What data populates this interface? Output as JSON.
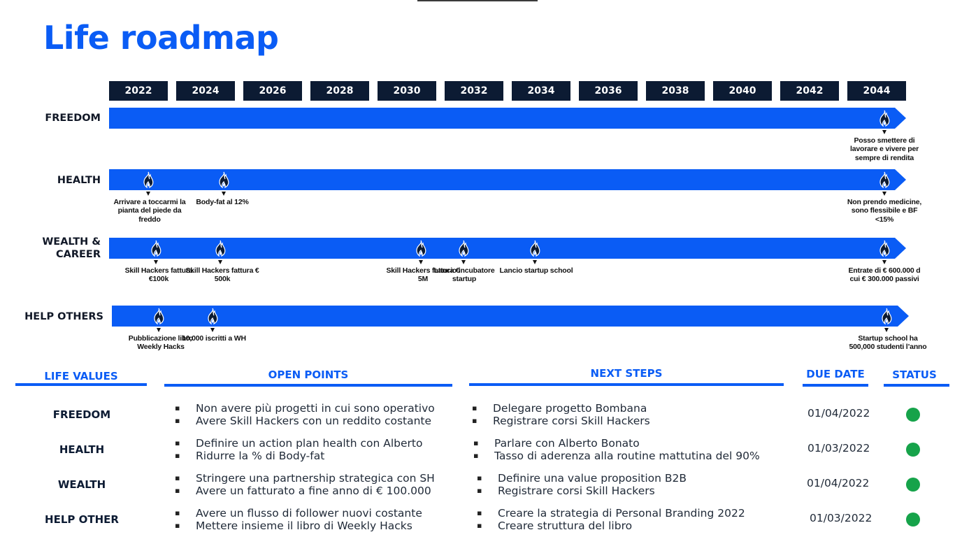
{
  "title": "Life roadmap",
  "colors": {
    "accent": "#0a5cf5",
    "navy": "#0c1b33",
    "status_ok": "#16a34a"
  },
  "timeline": {
    "years": [
      "2022",
      "2024",
      "2026",
      "2028",
      "2030",
      "2032",
      "2034",
      "2036",
      "2038",
      "2040",
      "2042",
      "2044"
    ],
    "milestone_icon": "flame-icon",
    "lanes": [
      {
        "label": "FREEDOM",
        "milestones": [
          {
            "text": "Posso smettere di lavorare e vivere per sempre di rendita"
          }
        ]
      },
      {
        "label": "HEALTH",
        "milestones": [
          {
            "text": "Arrivare a toccarmi la pianta del piede da freddo"
          },
          {
            "text": "Body-fat al 12%"
          },
          {
            "text": "Non prendo medicine, sono flessibile e BF <15%"
          }
        ]
      },
      {
        "label": "WEALTH & CAREER",
        "milestones": [
          {
            "text": "Skill Hackers fattura €100k"
          },
          {
            "text": "Skill Hackers fattura € 500k"
          },
          {
            "text": "Skill Hackers fattura € 5M"
          },
          {
            "text": "Lancio incubatore startup"
          },
          {
            "text": "Lancio startup school"
          },
          {
            "text": "Entrate di € 600.000 d cui € 300.000 passivi"
          }
        ]
      },
      {
        "label": "HELP OTHERS",
        "milestones": [
          {
            "text": "Pubblicazione libro Weekly Hacks"
          },
          {
            "text": "10,000 iscritti a WH"
          },
          {
            "text": "Startup school ha 500,000 studenti l’anno"
          }
        ]
      }
    ]
  },
  "table": {
    "headers": {
      "life_values": "LIFE VALUES",
      "open_points": "OPEN POINTS",
      "next_steps": "NEXT STEPS",
      "due_date": "DUE DATE",
      "status": "STATUS"
    },
    "rows": [
      {
        "value": "FREEDOM",
        "open_points": [
          "Non avere più progetti in cui sono operativo",
          "Avere Skill Hackers con un reddito costante"
        ],
        "next_steps": [
          "Delegare progetto Bombana",
          "Registrare corsi Skill Hackers"
        ],
        "due_date": "01/04/2022",
        "status": "green"
      },
      {
        "value": "HEALTH",
        "open_points": [
          "Definire un action plan health con Alberto",
          "Ridurre la % di Body-fat"
        ],
        "next_steps": [
          "Parlare con Alberto Bonato",
          "Tasso di aderenza alla routine mattutina del 90%"
        ],
        "due_date": "01/03/2022",
        "status": "green"
      },
      {
        "value": "WEALTH",
        "open_points": [
          "Stringere una partnership strategica con SH",
          "Avere un fatturato a fine anno di € 100.000"
        ],
        "next_steps": [
          "Definire una value proposition B2B",
          "Registrare corsi Skill Hackers"
        ],
        "due_date": "01/04/2022",
        "status": "green"
      },
      {
        "value": "HELP OTHER",
        "open_points": [
          "Avere un flusso di follower nuovi costante",
          "Mettere insieme il libro di Weekly Hacks"
        ],
        "next_steps": [
          "Creare la strategia di Personal Branding 2022",
          "Creare struttura del libro"
        ],
        "due_date": "01/03/2022",
        "status": "green"
      }
    ]
  }
}
